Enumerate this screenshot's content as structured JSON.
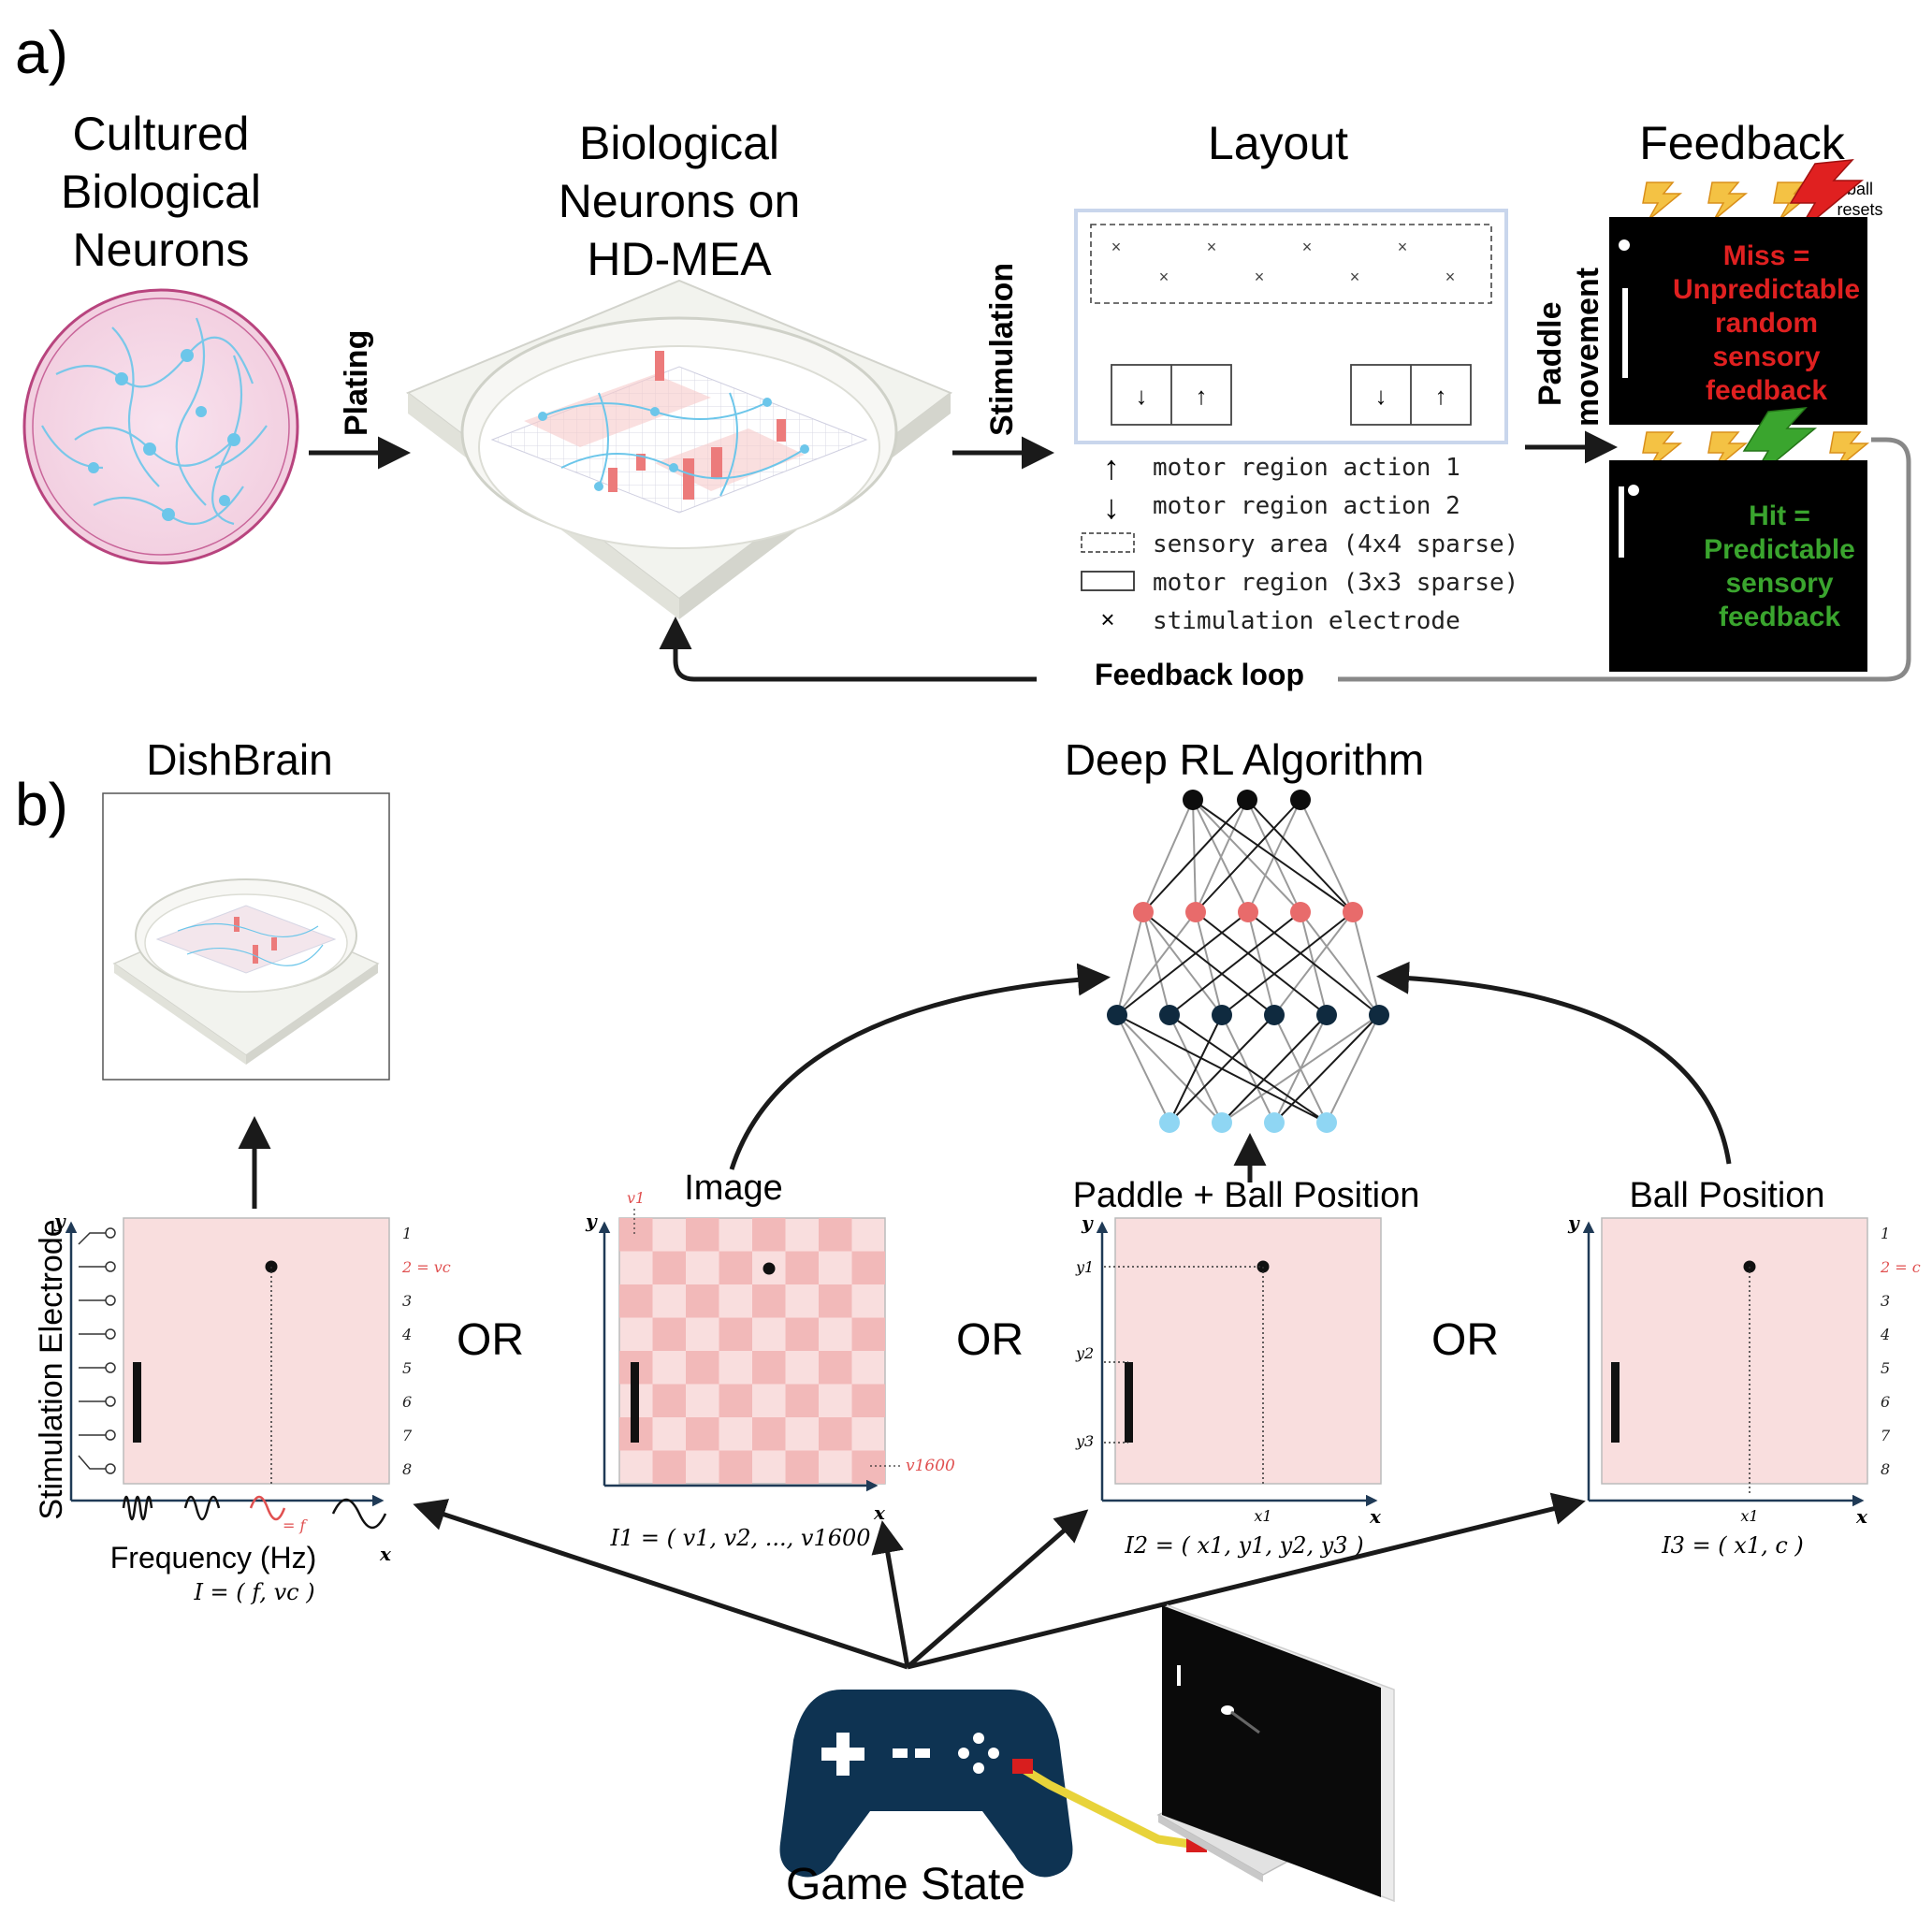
{
  "panel_a": {
    "label": "a)",
    "cultured": {
      "l1": "Cultured",
      "l2": "Biological",
      "l3": "Neurons"
    },
    "plating": "Plating",
    "hdmea": {
      "l1": "Biological",
      "l2": "Neurons on",
      "l3": "HD-MEA"
    },
    "stimulation": "Stimulation",
    "layout": {
      "title": "Layout",
      "legend": [
        {
          "text": "motor region action 1"
        },
        {
          "text": "motor region action 2"
        },
        {
          "text": "sensory area (4x4 sparse)"
        },
        {
          "text": "motor region (3x3 sparse)"
        },
        {
          "text": "stimulation electrode"
        }
      ]
    },
    "paddle_movement": {
      "l1": "Paddle",
      "l2": "movement"
    },
    "feedback": {
      "title": "Feedback",
      "ball_resets": {
        "l1": "ball",
        "l2": "resets"
      },
      "miss": {
        "l1": "Miss =",
        "l2": "Unpredictable",
        "l3": "random",
        "l4": "sensory",
        "l5": "feedback"
      },
      "hit": {
        "l1": "Hit =",
        "l2": "Predictable",
        "l3": "sensory",
        "l4": "feedback"
      }
    },
    "feedback_loop": "Feedback loop"
  },
  "panel_b": {
    "label": "b)",
    "dishbrain": "DishBrain",
    "deep_rl": "Deep RL Algorithm",
    "or": "OR",
    "image_title": "Image",
    "paddle_ball_title": "Paddle + Ball Position",
    "ball_title": "Ball Position",
    "stim_electrode": "Stimulation Electrode",
    "frequency": "Frequency (Hz)",
    "axis_x": "x",
    "axis_y": "y",
    "electrodes": [
      "1",
      "2 = vc",
      "3",
      "4",
      "5",
      "6",
      "7",
      "8"
    ],
    "electrodes_ball": [
      "1",
      "2 = c",
      "3",
      "4",
      "5",
      "6",
      "7",
      "8"
    ],
    "eq_f": "= f",
    "v1": "v1",
    "v1600": "v1600",
    "x1": "x1",
    "y1": "y1",
    "y2": "y2",
    "y3": "y3",
    "formula_I": "I = ( f, vc )",
    "formula_I1": "I1 = ( v1, v2, ..., v1600 )",
    "formula_I2": "I2 = ( x1, y1, y2, y3 )",
    "formula_I3": "I3 = ( x1, c )",
    "game_state": "Game State"
  },
  "colors": {
    "arrow": "#1a1a1a",
    "neuron_blue": "#6cc6ea",
    "pink_bg": "#f9dede",
    "checker_dark": "#f2b9b9",
    "node_red": "#e86b6b",
    "node_navy": "#0f2a3f",
    "node_light": "#8fd6f3",
    "miss_red": "#e02020",
    "hit_green": "#3aa52e",
    "controller_navy": "#0e3352"
  }
}
